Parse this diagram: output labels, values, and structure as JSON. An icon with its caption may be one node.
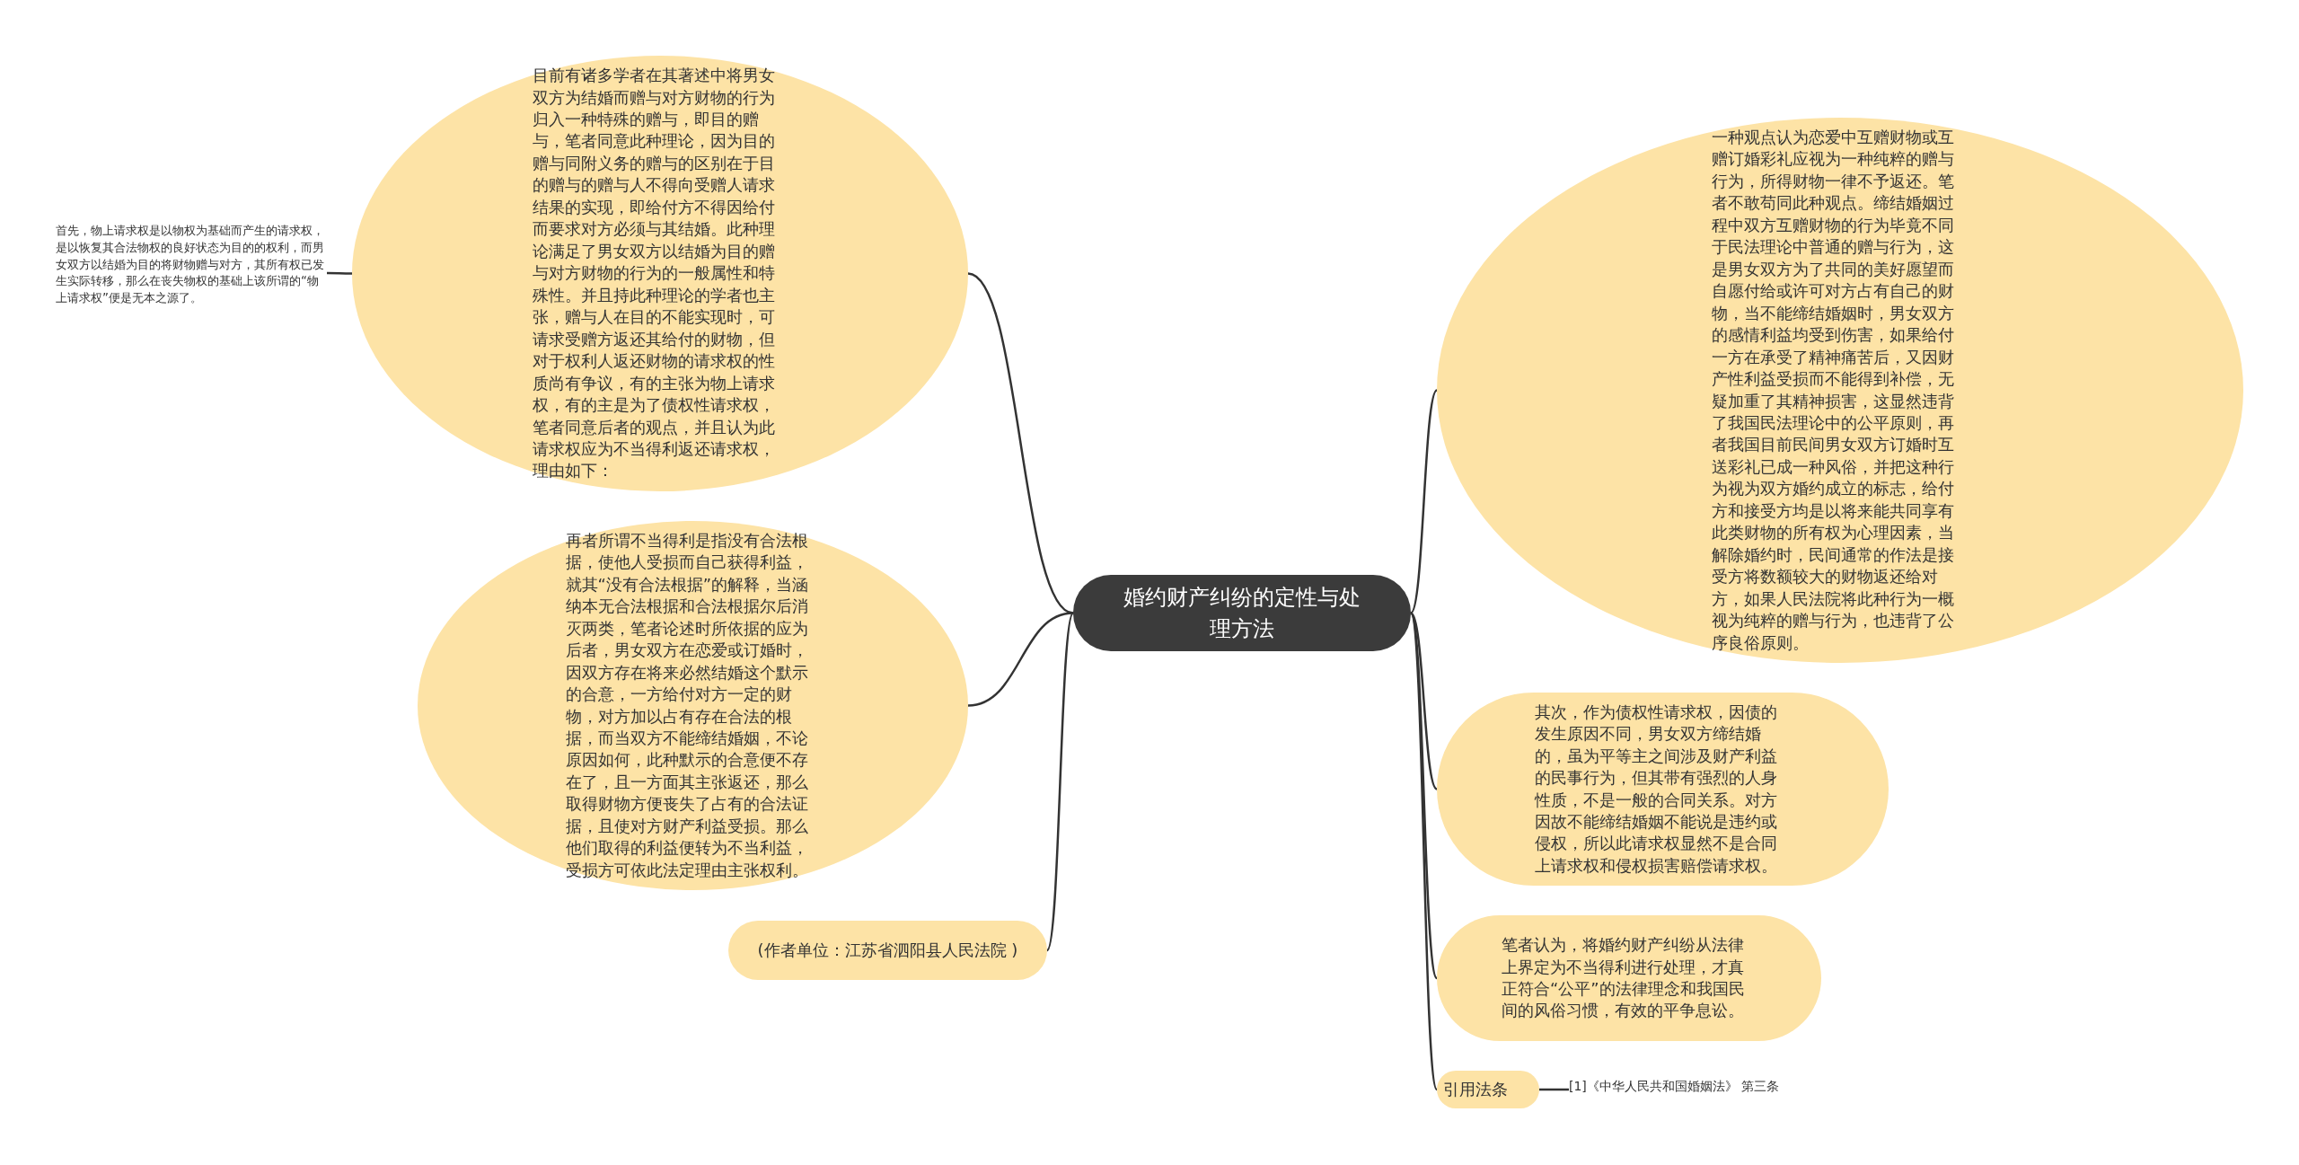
{
  "diagram": {
    "nodes": [
      {
        "text": [
          "婚约财产纠纷的定性与处理方法"
        ]
      },
      {
        "text": [
          "目前有诸多学者在其著述中将男女双方为结婚而赠与对方财物的行为归入一种特殊的赠与，即目的赠与，笔者同意此种理论，因为目的赠与同附义务的赠与的区别在于目的赠与的赠与人不得向受赠人请求结果的实现，即给付方不得因给付而要求对方必须与其结婚。此种理论满足了男女双方以结婚为目的赠与对方财物的行为的一般属性和特殊性。并且持此种理论的学者也主张，赠与人在目的不能实现时，可请求受赠方返还其给付的财物，但对于权利人返还财物的请求权的性质尚有争议，有的主张为物上请求权，有的主是为了债权性请求权，笔者同意后者的观点，并且认为此请求权应为不当得利返还请求权，理由如下："
        ]
      },
      {
        "text": [
          "首先，物上请求权是以物权为基础而产生的请求权，是以恢复其合法物权的良好状态为目的的权利，而男女双方以结婚为目的将财物赠与对方，其所有权已发生实际转移，那么在丧失物权的基础上该所谓的“物上请求权”便是无本之源了。"
        ]
      },
      {
        "text": [
          "再者所谓不当得利是指没有合法根据，使他人受损而自己获得利益，就其“没有合法根据”的解释，当涵纳本无合法根据和合法根据尔后消灭两类，笔者论述时所依据的应为后者，男女双方在恋爱或订婚时，因双方存在将来必然结婚这个默示的合意，一方给付对方一定的财物，对方加以占有存在合法的根据，而当双方不能缔结婚姻，不论原因如何，此种默示的合意便不存在了，且一方面其主张返还，那么取得财物方便丧失了占有的合法证据，且使对方财产利益受损。那么他们取得的利益便转为不当利益，受损方可依此法定理由主张权利。"
        ]
      },
      {
        "text": [
          "(作者单位：江苏省泗阳县人民法院 )"
        ]
      },
      {
        "text": [
          "一种观点认为恋爱中互赠财物或互赠订婚彩礼应视为一种纯粹的赠与行为，所得财物一律不予返还。笔者不敢苟同此种观点。缔结婚姻过程中双方互赠财物的行为毕竟不同于民法理论中普通的赠与行为，这是男女双方为了共同的美好愿望而自愿付给或许可对方占有自己的财物，当不能缔结婚姻时，男女双方的感情利益均受到伤害，如果给付一方在承受了精神痛苦后，又因财产性利益受损而不能得到补偿，无疑加重了其精神损害，这显然违背了我国民法理论中的公平原则，再者我国目前民间男女双方订婚时互送彩礼已成一种风俗，并把这种行为视为双方婚约成立的标志，给付方和接受方均是以将来能共同享有此类财物的所有权为心理因素，当解除婚约时，民间通常的作法是接受方将数额较大的财物返还给对方，如果人民法院将此种行为一概视为纯粹的赠与行为，也违背了公序良俗原则。"
        ]
      },
      {
        "text": [
          "其次，作为债权性请求权，因债的发生原因不同，男女双方缔结婚的，虽为平等主之间涉及财产利益的民事行为，但其带有强烈的人身性质，不是一般的合同关系。对方因故不能缔结婚姻不能说是违约或侵权，所以此请求权显然不是合同上请求权和侵权损害赔偿请求权。"
        ]
      },
      {
        "text": [
          "笔者认为，将婚约财产纠纷从法律上界定为不当得利进行处理，才真正符合“公平”的法律理念和我国民间的风俗习惯，有效的平争息讼。"
        ]
      },
      {
        "text": [
          "引用法条"
        ]
      },
      {
        "text": [
          "[1]《中华人民共和国婚姻法》 第三条"
        ]
      }
    ],
    "edges": [
      {
        "from": 0,
        "to": 1,
        "arrow": "none"
      },
      {
        "from": 1,
        "to": 2,
        "arrow": "none"
      },
      {
        "from": 0,
        "to": 3,
        "arrow": "none"
      },
      {
        "from": 0,
        "to": 4,
        "arrow": "none"
      },
      {
        "from": 0,
        "to": 5,
        "arrow": "none"
      },
      {
        "from": 0,
        "to": 6,
        "arrow": "none"
      },
      {
        "from": 0,
        "to": 7,
        "arrow": "none"
      },
      {
        "from": 0,
        "to": 8,
        "arrow": "none"
      },
      {
        "from": 8,
        "to": 9,
        "arrow": "none"
      }
    ]
  }
}
